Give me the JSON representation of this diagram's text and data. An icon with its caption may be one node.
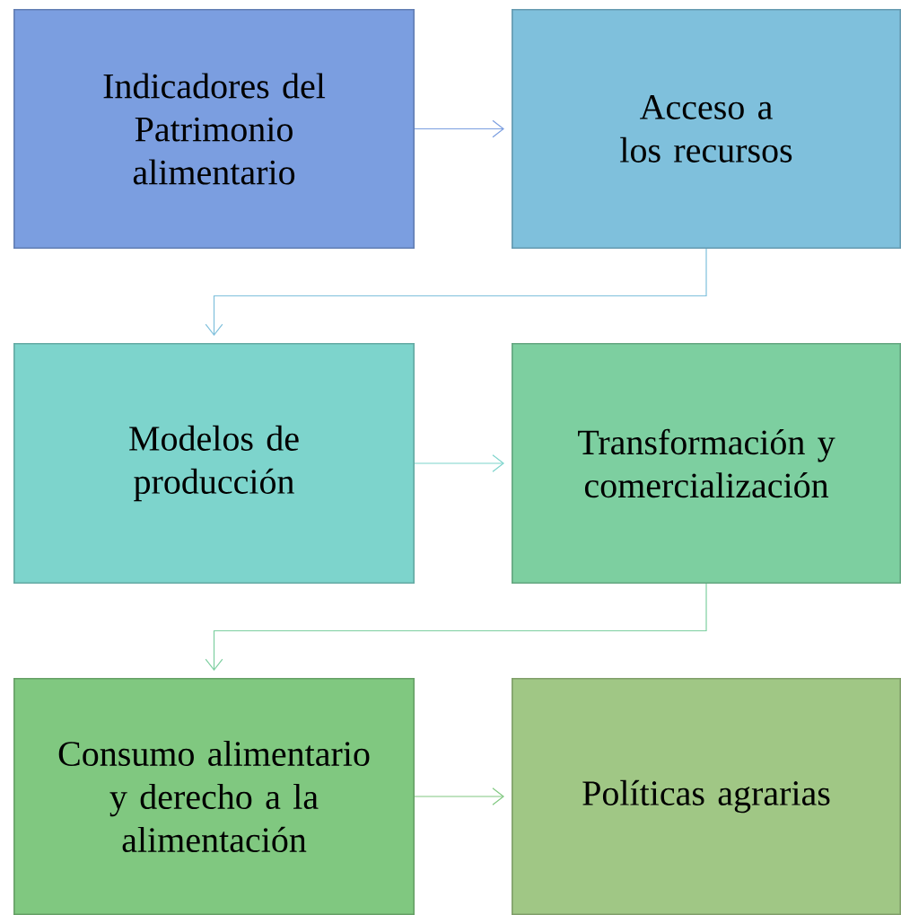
{
  "diagram": {
    "nodes": [
      {
        "text": [
          "Indicadores del Patrimonio alimentario"
        ]
      },
      {
        "text": [
          "Acceso a los recursos"
        ]
      },
      {
        "text": [
          "Modelos de producción"
        ]
      },
      {
        "text": [
          "Transformación y comercialización"
        ]
      },
      {
        "text": [
          "Consumo alimentario y derecho a la alimentación"
        ]
      },
      {
        "text": [
          "Políticas agrarias"
        ]
      }
    ],
    "edges": [
      {
        "from": 0,
        "to": 1,
        "arrow": "to",
        "color": "#7b9ee0"
      },
      {
        "from": 1,
        "to": 2,
        "arrow": "to",
        "color": "#7fc0dc"
      },
      {
        "from": 2,
        "to": 3,
        "arrow": "to",
        "color": "#7dd4cc"
      },
      {
        "from": 3,
        "to": 4,
        "arrow": "to",
        "color": "#7dcfa0"
      },
      {
        "from": 4,
        "to": 5,
        "arrow": "to",
        "color": "#80c880"
      }
    ]
  }
}
